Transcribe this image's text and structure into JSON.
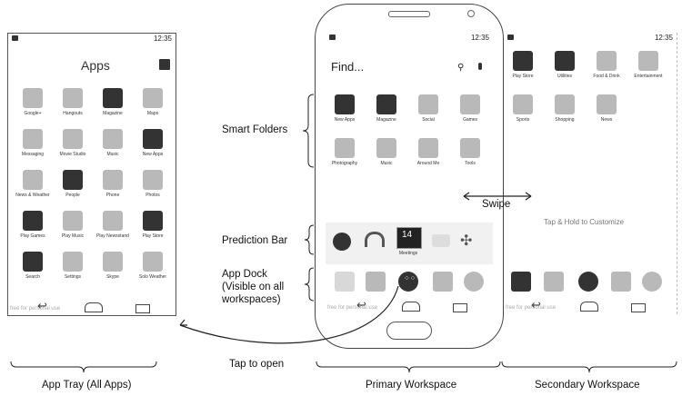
{
  "status_time": "12:35",
  "app_tray": {
    "title": "Apps",
    "apps": [
      "Google+",
      "Hangouts",
      "Magazine",
      "Maps",
      "Messaging",
      "Movie Studio",
      "Music",
      "New Apps",
      "News & Weather",
      "People",
      "Phone",
      "Photos",
      "Play Games",
      "Play Music",
      "Play Newsstand",
      "Play Store",
      "Search",
      "Settings",
      "Skype",
      "Solo Weather"
    ],
    "watermark": "free for personal use"
  },
  "primary": {
    "search_placeholder": "Find...",
    "folders": [
      "New Apps",
      "Magazine",
      "Social",
      "Games",
      "Photography",
      "Music",
      "Around Me",
      "Tools"
    ],
    "prediction_time": "14",
    "prediction_label": "Meetings",
    "watermark": "free for personal use"
  },
  "secondary": {
    "apps": [
      "Play Store",
      "Utilities",
      "Food & Drink",
      "Entertainment",
      "Sports",
      "Shopping",
      "News"
    ],
    "hint": "Tap & Hold to Customize",
    "watermark": "free for personal use"
  },
  "annotations": {
    "smart_folders": "Smart Folders",
    "prediction_bar": "Prediction Bar",
    "app_dock": "App Dock",
    "app_dock_sub1": "(Visible on all",
    "app_dock_sub2": "workspaces)",
    "swipe": "Swipe",
    "tap_to_open": "Tap to open"
  },
  "captions": {
    "app_tray": "App Tray (All Apps)",
    "primary": "Primary Workspace",
    "secondary": "Secondary Workspace"
  }
}
